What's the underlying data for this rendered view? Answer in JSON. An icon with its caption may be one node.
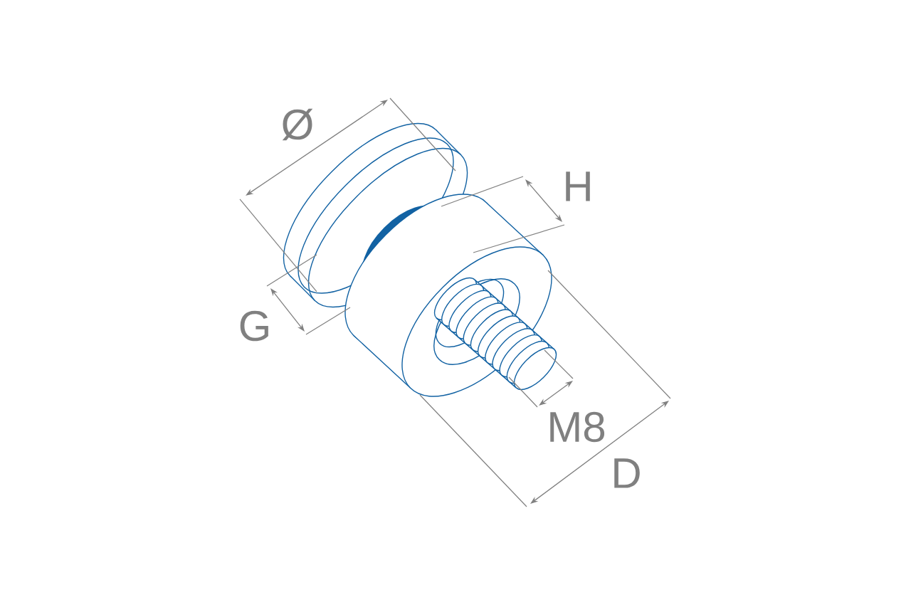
{
  "diagram": {
    "labels": [
      "Ø",
      "H",
      "G",
      "M8",
      "D"
    ]
  }
}
